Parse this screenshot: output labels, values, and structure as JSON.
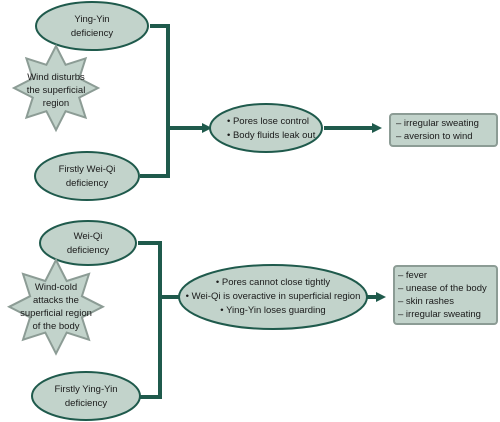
{
  "colors": {
    "fill": "#c2d3cb",
    "stroke": "#1f5a4c",
    "arrow": "#1f5a4c",
    "text": "#1a1a1a"
  },
  "top": {
    "cause_top": [
      "Ying-Yin",
      "deficiency"
    ],
    "star": [
      "Wind disturbs",
      "the superficial",
      "region"
    ],
    "cause_bottom": [
      "Firstly Wei-Qi",
      "deficiency"
    ],
    "mechanism": [
      "• Pores lose control",
      "• Body fluids leak out"
    ],
    "symptoms": [
      "–   irregular sweating",
      "–   aversion to wind"
    ]
  },
  "bottom": {
    "cause_top": [
      "Wei-Qi",
      "deficiency"
    ],
    "star": [
      "Wind-cold",
      "attacks the",
      "superficial region",
      "of the body"
    ],
    "cause_bottom": [
      "Firstly Ying-Yin",
      "deficiency"
    ],
    "mechanism": [
      "• Pores cannot close tightly",
      "• Wei-Qi is overactive in superficial region",
      "• Ying-Yin loses guarding"
    ],
    "symptoms": [
      "–   fever",
      "–   unease of the body",
      "–   skin rashes",
      "–   irregular sweating"
    ]
  }
}
